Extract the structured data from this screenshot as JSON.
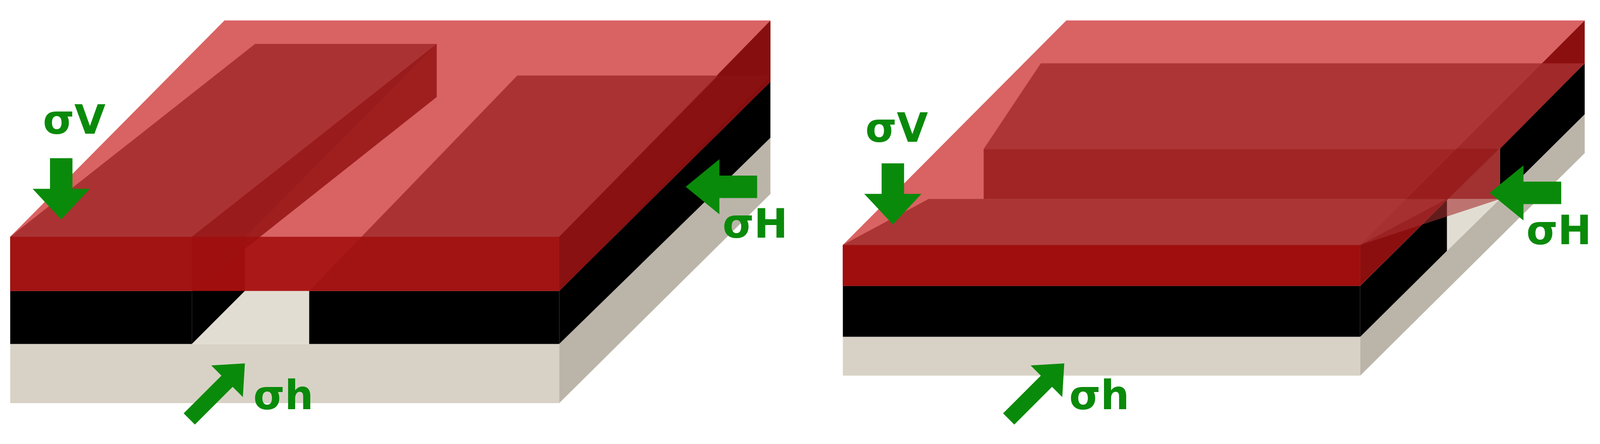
{
  "diagram": {
    "labels": [
      "σV",
      "σH",
      "σh",
      "σV",
      "σH",
      "σh"
    ]
  }
}
